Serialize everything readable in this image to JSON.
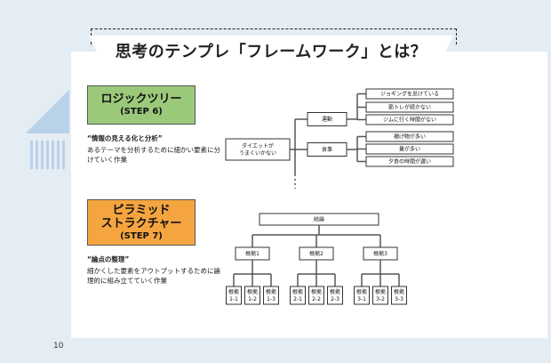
{
  "page": {
    "title": "思考のテンプレ「フレームワーク」とは？",
    "number": "10"
  },
  "logic_tree": {
    "heading": "ロジックツリー",
    "step": "(STEP 6)",
    "quote": "“情報の見える化と分析”",
    "description": "あるテーマを分析するために細かい要素に分けていく作業",
    "root": "ダイエットが\nうまくいかない",
    "branches": [
      {
        "label": "運動",
        "leaves": [
          "ジョギングを怠けている",
          "筋トレが続かない",
          "ジムに行く時間がない"
        ]
      },
      {
        "label": "食事",
        "leaves": [
          "揚げ物が多い",
          "量が多い",
          "夕食の時間が遅い"
        ]
      }
    ]
  },
  "pyramid": {
    "heading_line1": "ピラミッド",
    "heading_line2": "ストラクチャー",
    "step": "(STEP 7)",
    "quote": "“論点の整理”",
    "description": "細かくした要素をアウトプットするために論理的に組み立てていく作業",
    "conclusion": "結論",
    "grounds": [
      {
        "label": "根拠1",
        "subs": [
          "根拠\n1-1",
          "根拠\n1-2",
          "根拠\n1-3"
        ]
      },
      {
        "label": "根拠2",
        "subs": [
          "根拠\n2-1",
          "根拠\n2-2",
          "根拠\n2-3"
        ]
      },
      {
        "label": "根拠3",
        "subs": [
          "根拠\n3-1",
          "根拠\n3-2",
          "根拠\n3-3"
        ]
      }
    ]
  },
  "colors": {
    "logic_heading": "#9bc97a",
    "pyramid_heading": "#f5a540",
    "background": "#e4ecf4",
    "accent_deco": "#b9d2e8"
  }
}
